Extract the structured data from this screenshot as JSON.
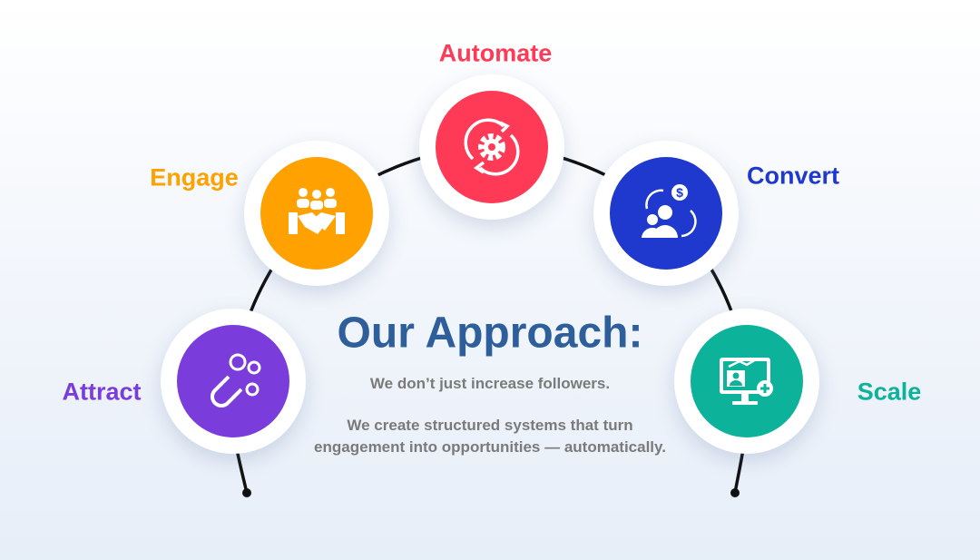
{
  "title": "Our Approach:",
  "line1": "We don’t just increase followers.",
  "line2a": "We create structured systems that turn",
  "line2b": "engagement into opportunities — automatically.",
  "steps": [
    {
      "label": "Attract",
      "color": "#7a3ddc",
      "icon": "magnet-people-icon"
    },
    {
      "label": "Engage",
      "color": "#ffa100",
      "icon": "handshake-group-icon"
    },
    {
      "label": "Automate",
      "color": "#ff3a57",
      "icon": "gear-cycle-icon"
    },
    {
      "label": "Convert",
      "color": "#1f39cf",
      "icon": "people-dollar-icon"
    },
    {
      "label": "Scale",
      "color": "#0cb39a",
      "icon": "monitor-growth-icon"
    }
  ]
}
